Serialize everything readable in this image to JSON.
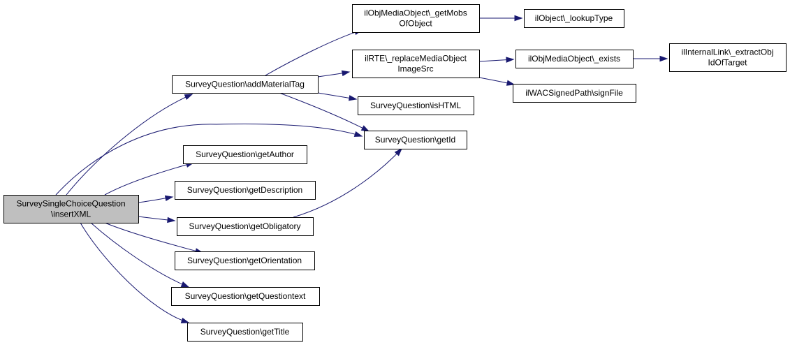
{
  "diagram": {
    "type": "call-graph",
    "colors": {
      "edge": "#191970",
      "root_fill": "#bfbfbf",
      "node_fill": "#ffffff",
      "border": "#000000"
    },
    "nodes": [
      {
        "id": "root",
        "lines": [
          "SurveySingleChoiceQuestion",
          "\\insertXML"
        ],
        "root": true
      },
      {
        "id": "addMaterialTag",
        "lines": [
          "SurveyQuestion\\addMaterialTag"
        ]
      },
      {
        "id": "getAuthor",
        "lines": [
          "SurveyQuestion\\getAuthor"
        ]
      },
      {
        "id": "getDescription",
        "lines": [
          "SurveyQuestion\\getDescription"
        ]
      },
      {
        "id": "getObligatory",
        "lines": [
          "SurveyQuestion\\getObligatory"
        ]
      },
      {
        "id": "getOrientation",
        "lines": [
          "SurveyQuestion\\getOrientation"
        ]
      },
      {
        "id": "getQuestiontext",
        "lines": [
          "SurveyQuestion\\getQuestiontext"
        ]
      },
      {
        "id": "getTitle",
        "lines": [
          "SurveyQuestion\\getTitle"
        ]
      },
      {
        "id": "getId",
        "lines": [
          "SurveyQuestion\\getId"
        ]
      },
      {
        "id": "isHTML",
        "lines": [
          "SurveyQuestion\\isHTML"
        ]
      },
      {
        "id": "getMobsOfObject",
        "lines": [
          "ilObjMediaObject\\_getMobs",
          "OfObject"
        ]
      },
      {
        "id": "replaceMediaObjectImageSrc",
        "lines": [
          "ilRTE\\_replaceMediaObject",
          "ImageSrc"
        ]
      },
      {
        "id": "lookupType",
        "lines": [
          "ilObject\\_lookupType"
        ]
      },
      {
        "id": "exists",
        "lines": [
          "ilObjMediaObject\\_exists"
        ]
      },
      {
        "id": "signFile",
        "lines": [
          "ilWACSignedPath\\signFile"
        ]
      },
      {
        "id": "extractObjIdOfTarget",
        "lines": [
          "ilInternalLink\\_extractObj",
          "IdOfTarget"
        ]
      }
    ],
    "edges": [
      {
        "from": "root",
        "to": "addMaterialTag"
      },
      {
        "from": "root",
        "to": "getId"
      },
      {
        "from": "root",
        "to": "getAuthor"
      },
      {
        "from": "root",
        "to": "getDescription"
      },
      {
        "from": "root",
        "to": "getObligatory"
      },
      {
        "from": "root",
        "to": "getOrientation"
      },
      {
        "from": "root",
        "to": "getQuestiontext"
      },
      {
        "from": "root",
        "to": "getTitle"
      },
      {
        "from": "addMaterialTag",
        "to": "getMobsOfObject"
      },
      {
        "from": "addMaterialTag",
        "to": "replaceMediaObjectImageSrc"
      },
      {
        "from": "addMaterialTag",
        "to": "isHTML"
      },
      {
        "from": "addMaterialTag",
        "to": "getId"
      },
      {
        "from": "getObligatory",
        "to": "getId"
      },
      {
        "from": "getMobsOfObject",
        "to": "lookupType"
      },
      {
        "from": "replaceMediaObjectImageSrc",
        "to": "exists"
      },
      {
        "from": "replaceMediaObjectImageSrc",
        "to": "signFile"
      },
      {
        "from": "exists",
        "to": "extractObjIdOfTarget"
      }
    ]
  }
}
